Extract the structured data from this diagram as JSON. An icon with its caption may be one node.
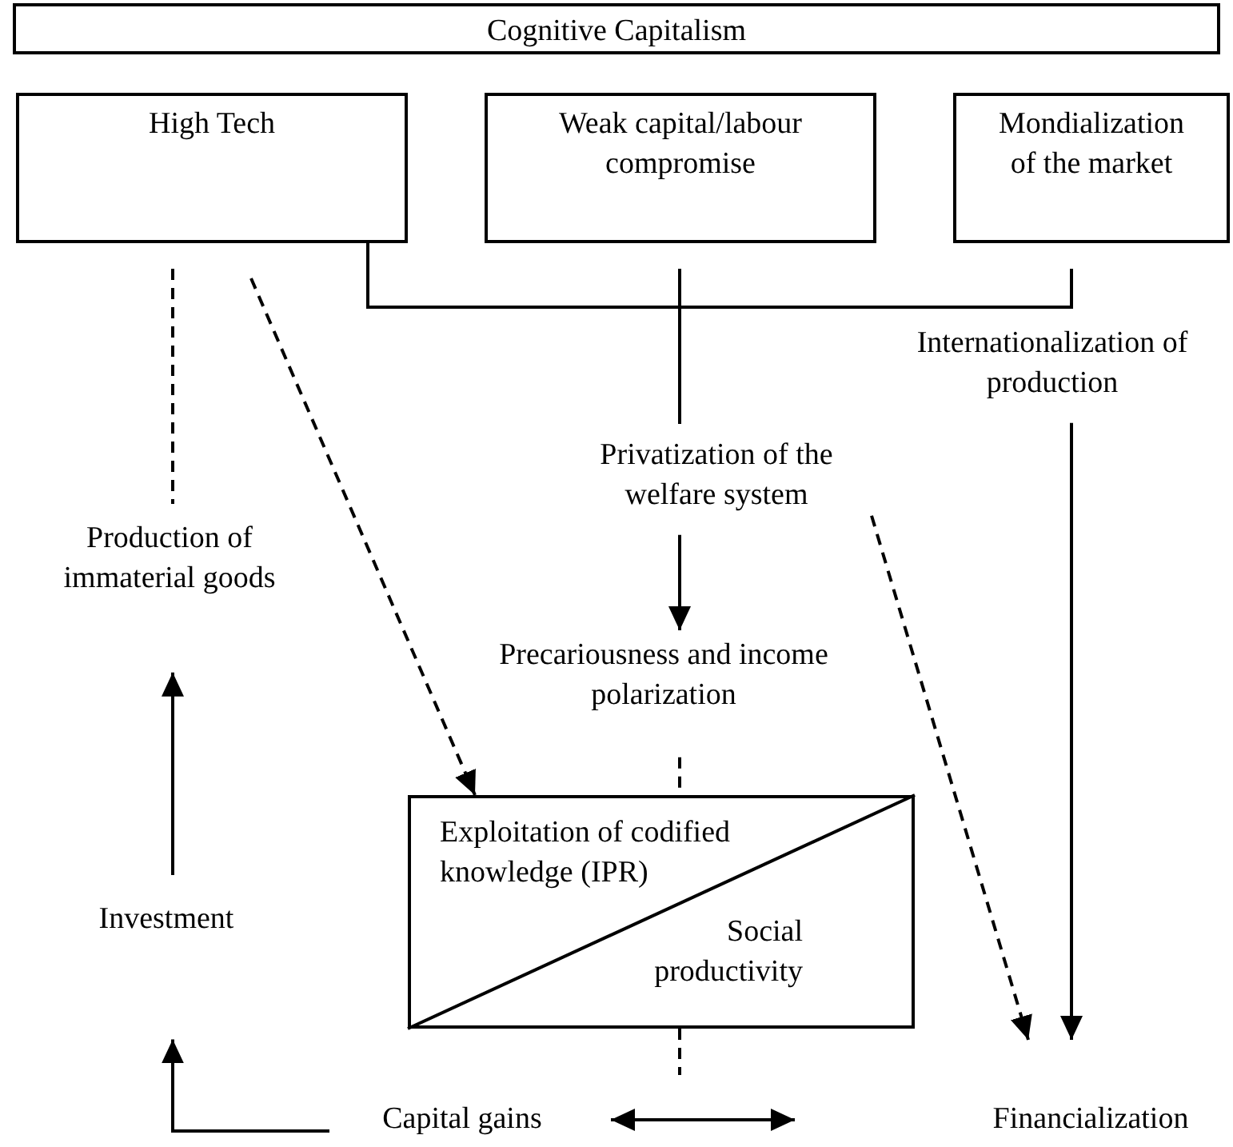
{
  "diagram": {
    "nodes": [
      {
        "text": [
          "Cognitive Capitalism"
        ]
      },
      {
        "text": [
          "High Tech"
        ]
      },
      {
        "text": [
          "Weak capital/labour compromise"
        ]
      },
      {
        "text": [
          "Mondialization of the market"
        ]
      },
      {
        "text": [
          "Internationalization of production"
        ]
      },
      {
        "text": [
          "Production of immaterial goods"
        ]
      },
      {
        "text": [
          "Privatization of the welfare system"
        ]
      },
      {
        "text": [
          "Precariousness and income polarization"
        ]
      },
      {
        "text": [
          "Exploitation of codified knowledge (IPR)",
          "Social productivity"
        ]
      },
      {
        "text": [
          "Investment"
        ]
      },
      {
        "text": [
          "Capital gains"
        ]
      },
      {
        "text": [
          "Financialization"
        ]
      }
    ],
    "edges": [
      {
        "from": 1,
        "to": 6,
        "arrow": "none"
      },
      {
        "from": 2,
        "to": 6,
        "arrow": "none"
      },
      {
        "from": 3,
        "to": 6,
        "arrow": "none"
      },
      {
        "from": 4,
        "to": 11,
        "arrow": "to"
      },
      {
        "from": 1,
        "to": 5,
        "arrow": "none",
        "style": "dashed"
      },
      {
        "from": 1,
        "to": 8,
        "arrow": "to",
        "style": "dashed"
      },
      {
        "from": 6,
        "to": 7,
        "arrow": "to"
      },
      {
        "from": 6,
        "to": 11,
        "arrow": "to",
        "style": "dashed"
      },
      {
        "from": 7,
        "to": 8,
        "arrow": "none",
        "style": "dashed"
      },
      {
        "from": 8,
        "to": null,
        "arrow": "none",
        "style": "dashed"
      },
      {
        "from": 9,
        "to": 5,
        "arrow": "to"
      },
      {
        "from": 10,
        "to": 9,
        "arrow": "to"
      },
      {
        "from": 10,
        "to": null,
        "arrow": "both"
      }
    ]
  }
}
